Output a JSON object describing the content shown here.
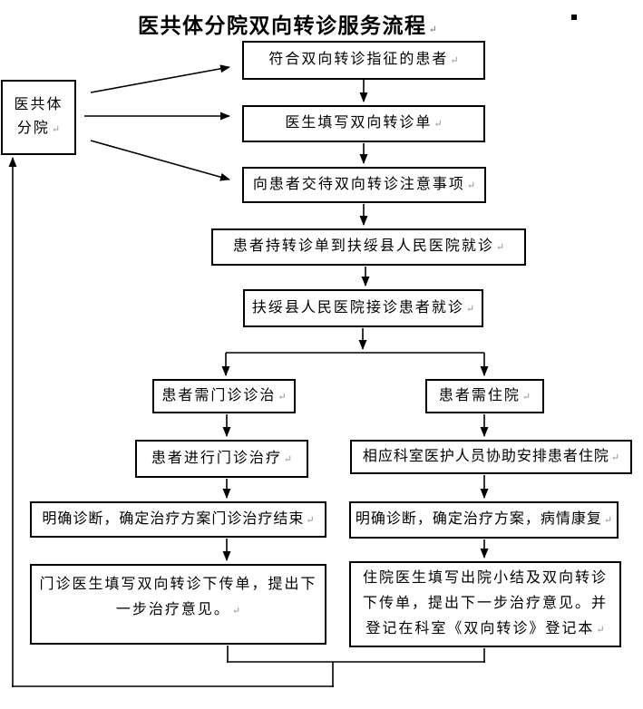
{
  "page": {
    "title": "医共体分院双向转诊服务流程",
    "line_break_mark": "↵"
  },
  "source_box": {
    "line1": "医共体",
    "line2": "分院"
  },
  "main_flow": {
    "step1": "符合双向转诊指征的患者",
    "step2": "医生填写双向转诊单",
    "step3": "向患者交待双向转诊注意事项",
    "step4": "患者持转诊单到扶绥县人民医院就诊",
    "step5": "扶绥县人民医院接诊患者就诊"
  },
  "outpatient_branch": {
    "step1": "患者需门诊诊治",
    "step2": "患者进行门诊治疗",
    "step3": "明确诊断，确定治疗方案门诊治疗结束",
    "step4": "门诊医生填写双向转诊下传单，提出下一步治疗意见。"
  },
  "inpatient_branch": {
    "step1": "患者需住院",
    "step2": "相应科室医护人员协助安排患者住院",
    "step3": "明确诊断，确定治疗方案，病情康复",
    "step4": "住院医生填写出院小结及双向转诊下传单，提出下一步治疗意见。并登记在科室《双向转诊》登记本"
  },
  "colors": {
    "line": "#000000",
    "background": "#ffffff",
    "mark": "#8f8f8f"
  }
}
